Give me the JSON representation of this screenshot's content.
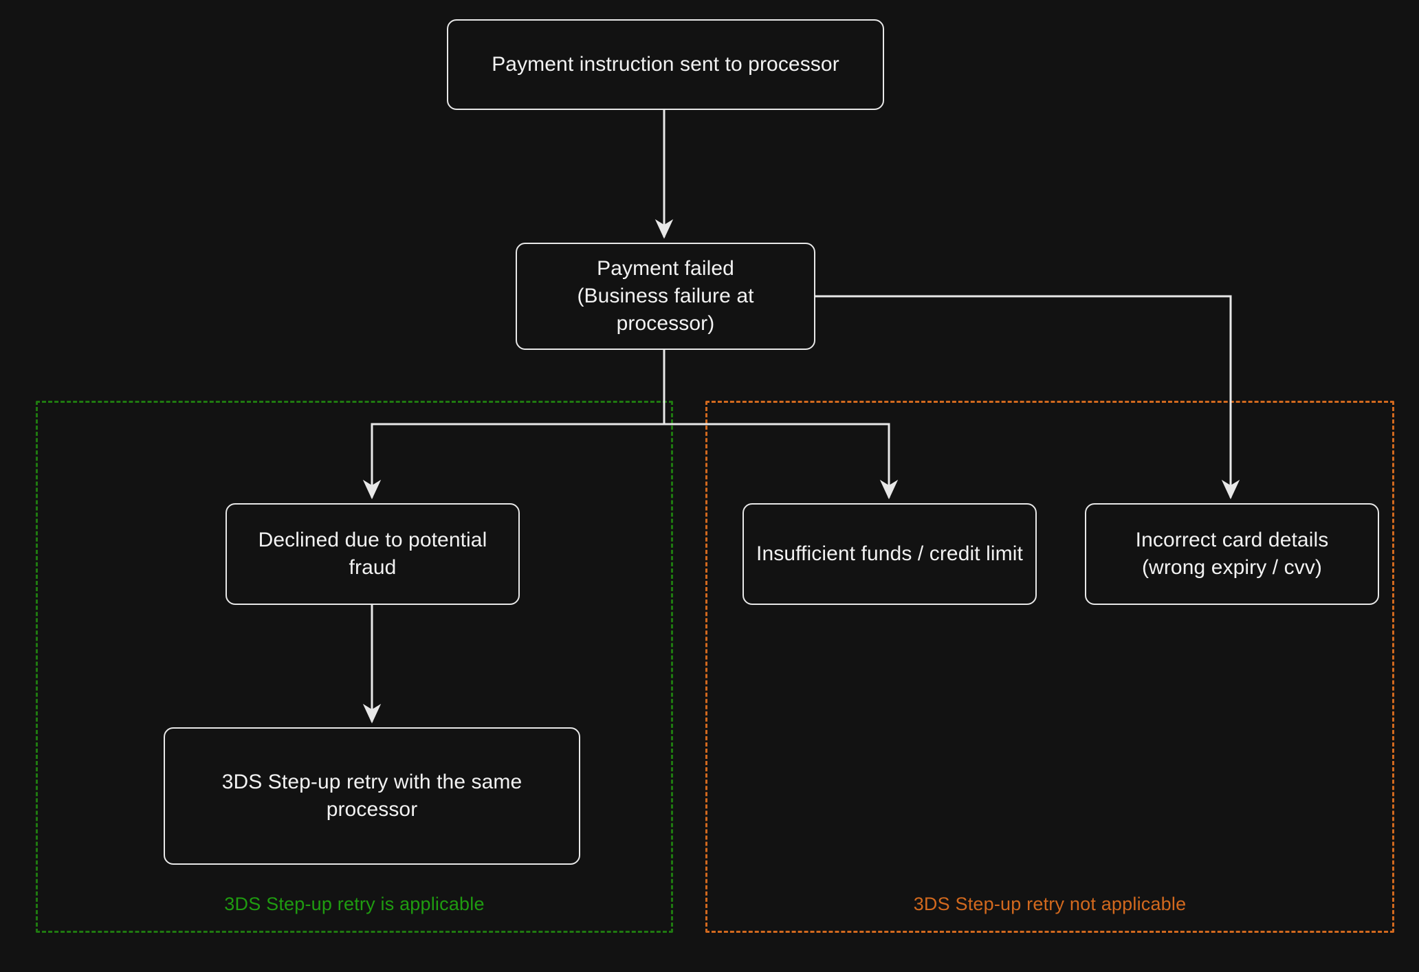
{
  "diagram": {
    "type": "flowchart",
    "direction": "top-down",
    "background_color": "#121212",
    "edge_color": "#e8e8e8",
    "node_border_color": "#e8e8e8",
    "node_text_color": "#f2f2f2"
  },
  "nodes": {
    "payment_instruction": {
      "id": "payment-instruction",
      "label": "Payment instruction sent to processor",
      "lines": [
        "Payment instruction sent to processor"
      ]
    },
    "payment_failed": {
      "id": "payment-failed",
      "label": "Payment failed (Business failure at processor)",
      "lines": [
        "Payment failed",
        "(Business failure at processor)"
      ]
    },
    "declined_fraud": {
      "id": "declined-fraud",
      "label": "Declined due to potential fraud",
      "lines": [
        "Declined due to potential fraud"
      ]
    },
    "insufficient_funds": {
      "id": "insufficient-funds",
      "label": "Insufficient funds / credit limit",
      "lines": [
        "Insufficient funds / credit limit"
      ]
    },
    "incorrect_card": {
      "id": "incorrect-card",
      "label": "Incorrect card details (wrong expiry / cvv)",
      "lines": [
        "Incorrect card details",
        "(wrong expiry / cvv)"
      ]
    },
    "three_ds_retry": {
      "id": "three-ds-retry",
      "label": "3DS Step-up retry with the same processor",
      "lines": [
        "3DS Step-up retry with the same processor"
      ]
    }
  },
  "subgraphs": {
    "applicable": {
      "id": "retry-applicable",
      "label": "3DS Step-up retry is applicable",
      "border_color": "#1f7a10",
      "text_color": "#1f9c10",
      "border_style": "dashed",
      "contains": [
        "declined-fraud",
        "three-ds-retry"
      ]
    },
    "not_applicable": {
      "id": "retry-not-applicable",
      "label": "3DS Step-up retry not applicable",
      "border_color": "#d2691e",
      "text_color": "#d2691e",
      "border_style": "dashed",
      "contains": [
        "insufficient-funds",
        "incorrect-card"
      ]
    }
  },
  "edges": [
    {
      "from": "payment-instruction",
      "to": "payment-failed",
      "arrow": "single"
    },
    {
      "from": "payment-failed",
      "to": "declined-fraud",
      "arrow": "single"
    },
    {
      "from": "payment-failed",
      "to": "insufficient-funds",
      "arrow": "single"
    },
    {
      "from": "payment-failed",
      "to": "incorrect-card",
      "arrow": "single"
    },
    {
      "from": "declined-fraud",
      "to": "three-ds-retry",
      "arrow": "single"
    }
  ]
}
